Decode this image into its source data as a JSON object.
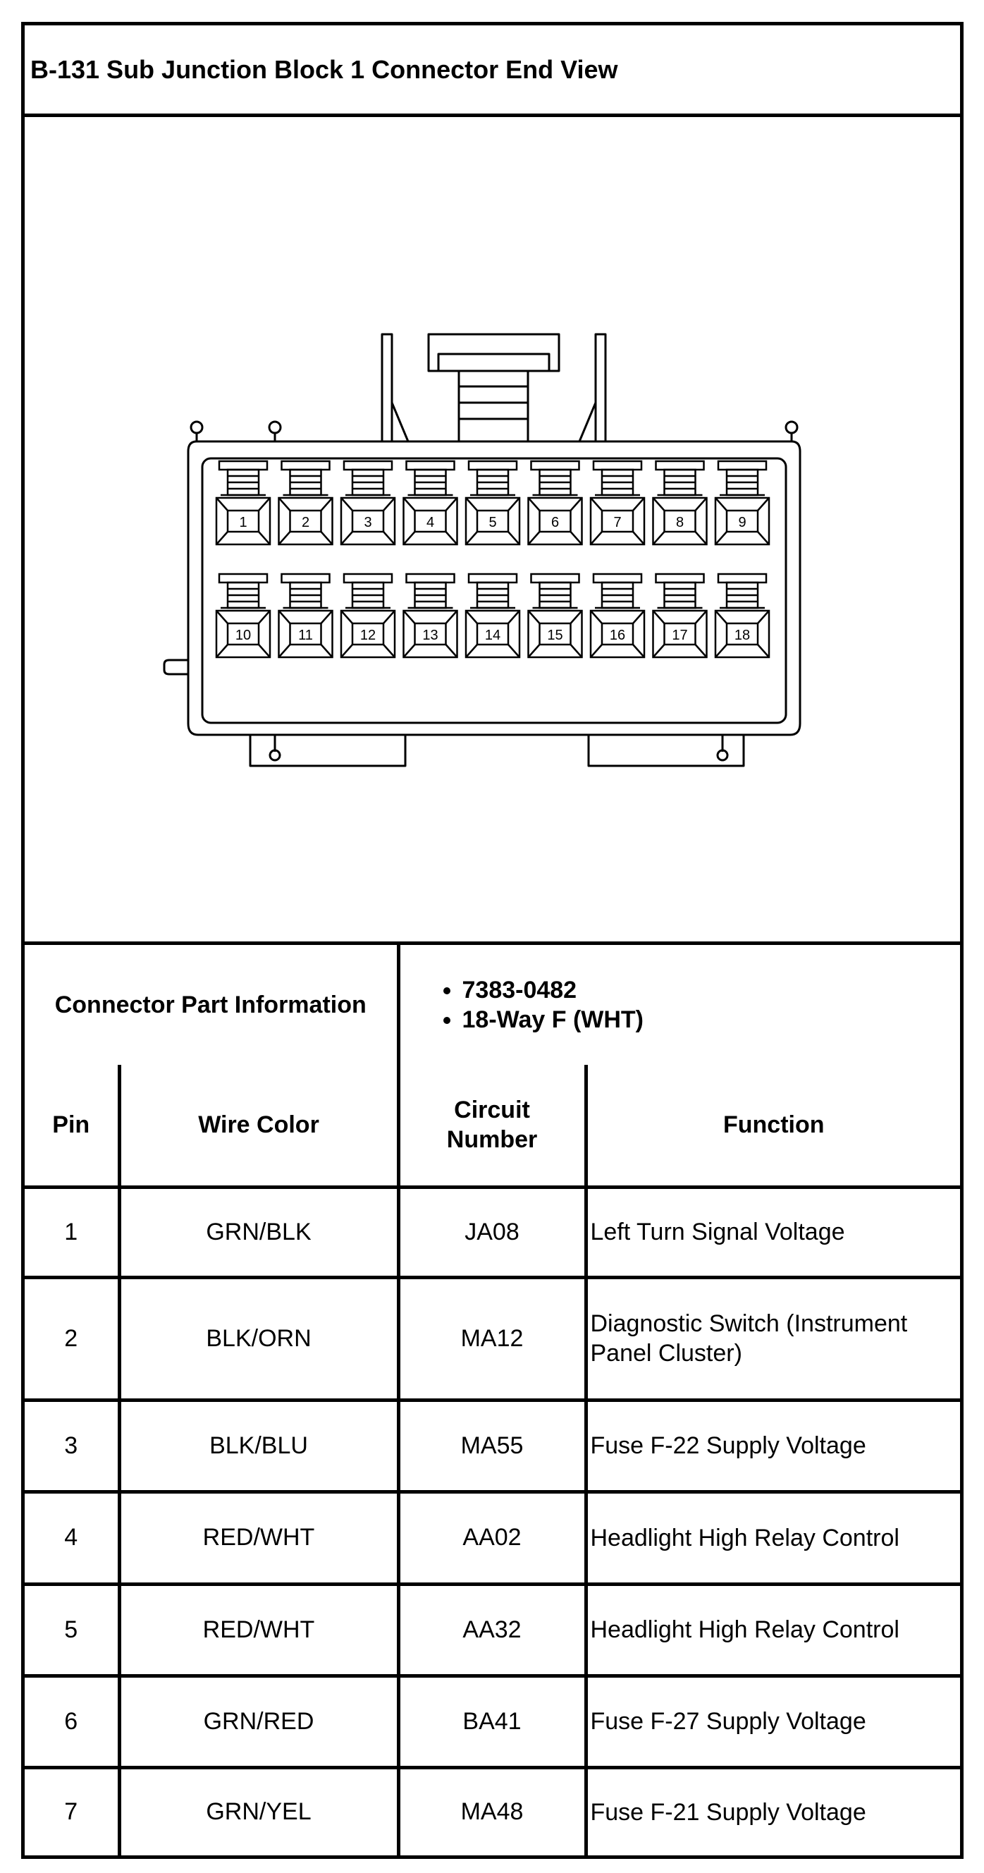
{
  "title": "B-131 Sub Junction Block 1 Connector End View",
  "connector_info": {
    "label": "Connector Part Information",
    "items": [
      "7383-0482",
      "18-Way F (WHT)"
    ]
  },
  "pins_top": [
    "1",
    "2",
    "3",
    "4",
    "5",
    "6",
    "7",
    "8",
    "9"
  ],
  "pins_bottom": [
    "10",
    "11",
    "12",
    "13",
    "14",
    "15",
    "16",
    "17",
    "18"
  ],
  "table": {
    "headers": {
      "pin": "Pin",
      "wire_color": "Wire Color",
      "circuit_line1": "Circuit",
      "circuit_line2": "Number",
      "function": "Function"
    },
    "rows": [
      {
        "pin": "1",
        "wire": "GRN/BLK",
        "circuit": "JA08",
        "function": "Left Turn Signal Voltage"
      },
      {
        "pin": "2",
        "wire": "BLK/ORN",
        "circuit": "MA12",
        "function": "Diagnostic Switch (Instrument Panel Cluster)"
      },
      {
        "pin": "3",
        "wire": "BLK/BLU",
        "circuit": "MA55",
        "function": "Fuse F-22 Supply Voltage"
      },
      {
        "pin": "4",
        "wire": "RED/WHT",
        "circuit": "AA02",
        "function": "Headlight High Relay Control"
      },
      {
        "pin": "5",
        "wire": "RED/WHT",
        "circuit": "AA32",
        "function": "Headlight High Relay Control"
      },
      {
        "pin": "6",
        "wire": "GRN/RED",
        "circuit": "BA41",
        "function": "Fuse F-27 Supply Voltage"
      },
      {
        "pin": "7",
        "wire": "GRN/YEL",
        "circuit": "MA48",
        "function": "Fuse F-21 Supply Voltage"
      }
    ]
  }
}
